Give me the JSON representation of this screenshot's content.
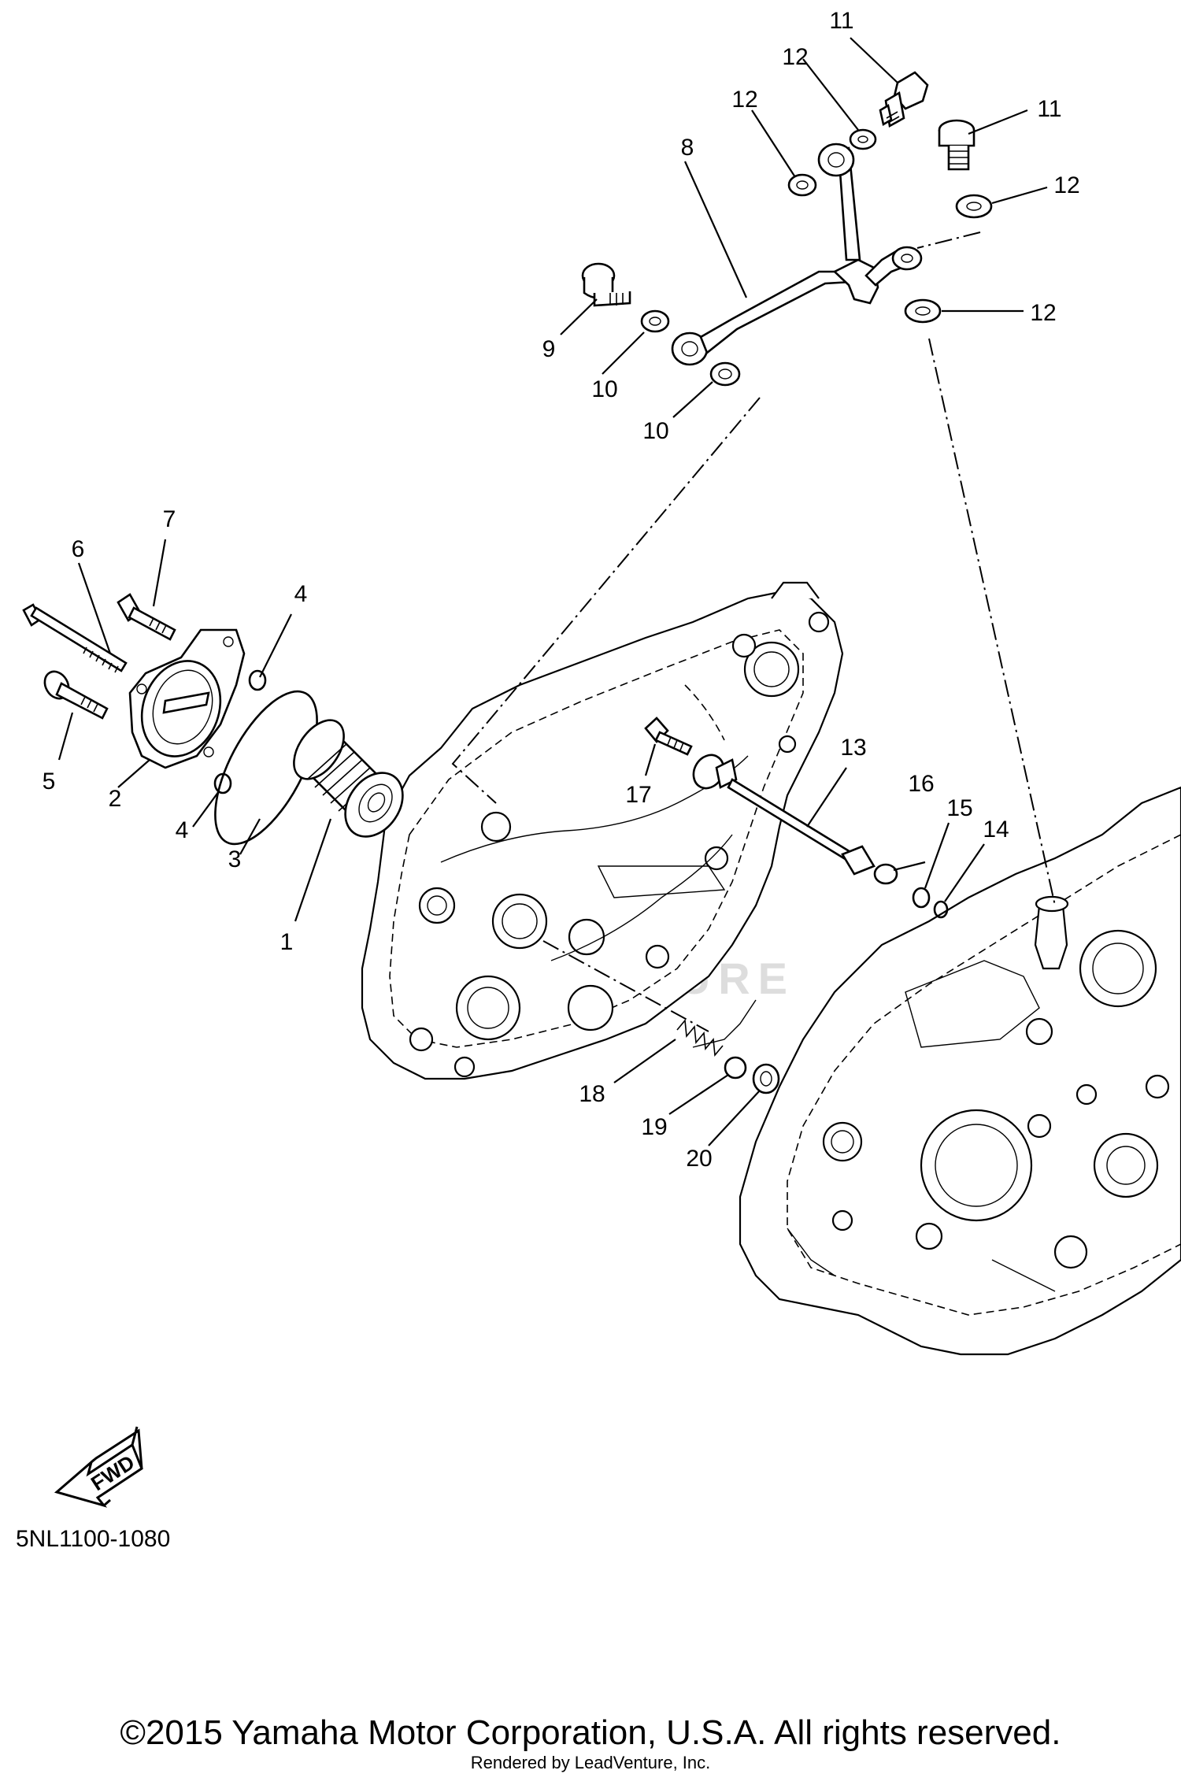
{
  "diagram": {
    "code": "5NL1100-1080",
    "copyright": "©2015 Yamaha Motor Corporation, U.S.A. All rights reserved.",
    "rendered_by": "Rendered by LeadVenture, Inc.",
    "fwd_label": "FWD",
    "watermark_text": "LEADVENTURE",
    "callouts": [
      {
        "label": "1"
      },
      {
        "label": "2"
      },
      {
        "label": "3"
      },
      {
        "label": "4"
      },
      {
        "label": "4"
      },
      {
        "label": "5"
      },
      {
        "label": "6"
      },
      {
        "label": "7"
      },
      {
        "label": "8"
      },
      {
        "label": "9"
      },
      {
        "label": "10"
      },
      {
        "label": "10"
      },
      {
        "label": "11"
      },
      {
        "label": "11"
      },
      {
        "label": "12"
      },
      {
        "label": "12"
      },
      {
        "label": "12"
      },
      {
        "label": "12"
      },
      {
        "label": "13"
      },
      {
        "label": "14"
      },
      {
        "label": "15"
      },
      {
        "label": "16"
      },
      {
        "label": "17"
      },
      {
        "label": "18"
      },
      {
        "label": "19"
      },
      {
        "label": "20"
      }
    ]
  },
  "icons": {
    "fwd_arrow": "fwd-arrow-icon",
    "watermark": "leadventure-watermark-icon"
  }
}
